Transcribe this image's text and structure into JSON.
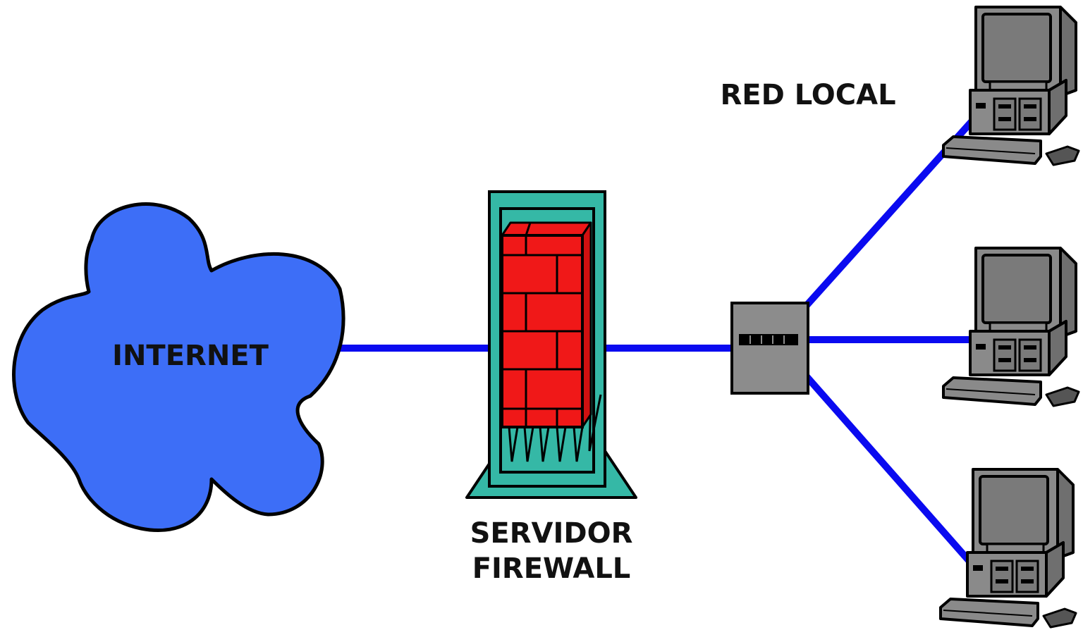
{
  "labels": {
    "internet": "INTERNET",
    "firewall_line1": "SERVIDOR",
    "firewall_line2": "FIREWALL",
    "lan": "RED LOCAL"
  },
  "colors": {
    "cloud": "#3d6ef7",
    "link": "#0a0af0",
    "firewall_body": "#35b8a6",
    "brick": "#f01818",
    "switch": "#8c8c8c",
    "computer": "#8a8a8a",
    "outline": "#000000"
  },
  "icons": [
    "cloud-icon",
    "firewall-server-icon",
    "brick-wall-icon",
    "network-switch-icon",
    "desktop-computer-icon"
  ]
}
